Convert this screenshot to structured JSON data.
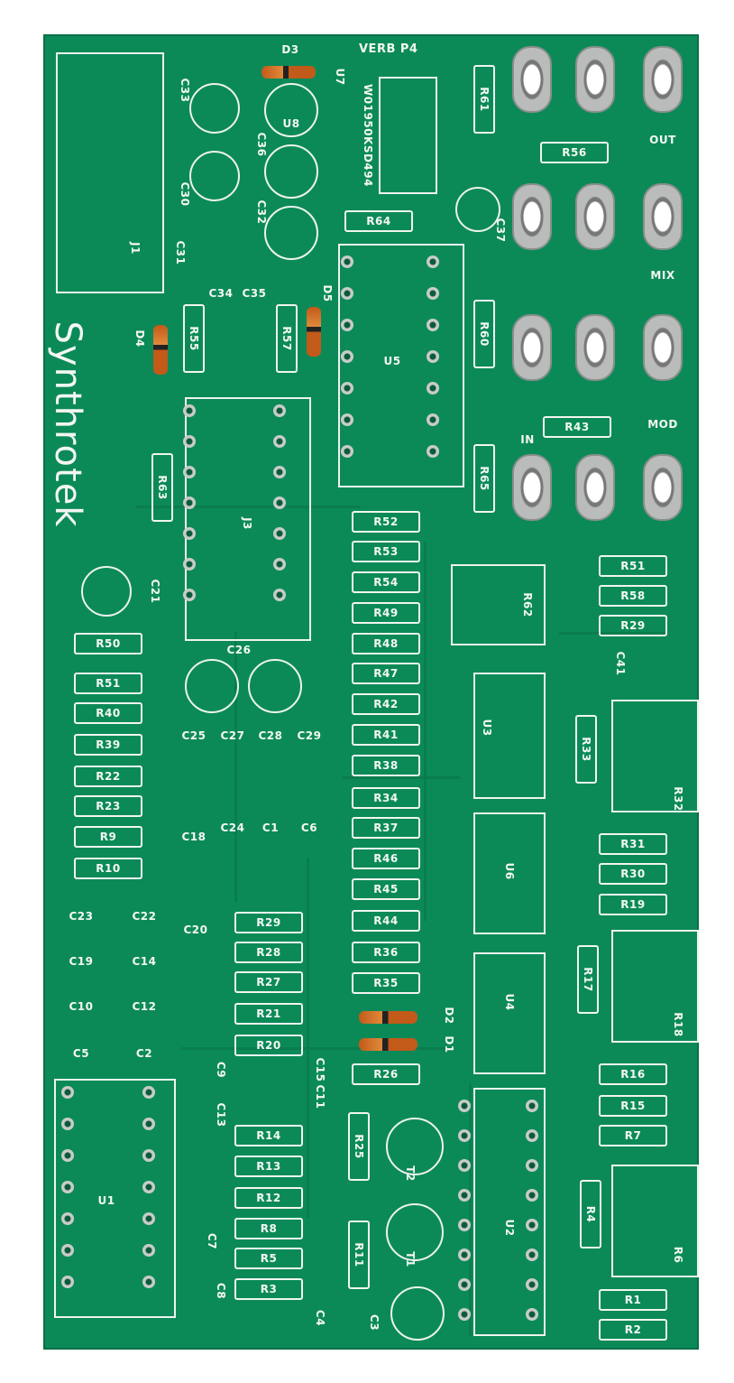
{
  "board": {
    "brand": "Synthrotek",
    "title": "VERB P4",
    "colors": {
      "board": "#0b8a58",
      "silkscreen": "#f4f7f2",
      "pad": "#c8ccc8"
    }
  },
  "labels": [
    "D3",
    "U7",
    "C33",
    "U8",
    "C36",
    "C30",
    "C32",
    "W01950KSD494",
    "R61",
    "R56",
    "OUT",
    "R64",
    "C37",
    "MIX",
    "C31",
    "J1",
    "C34",
    "C35",
    "D5",
    "D4",
    "R55",
    "R57",
    "U5",
    "R60",
    "MOD",
    "IN",
    "R43",
    "R63",
    "J3",
    "R65",
    "R52",
    "R53",
    "R54",
    "R49",
    "R48",
    "R47",
    "R42",
    "R41",
    "R38",
    "R34",
    "R37",
    "R46",
    "R45",
    "R44",
    "R36",
    "R35",
    "R26",
    "R62",
    "R51",
    "R58",
    "R29",
    "C21",
    "R50",
    "C26",
    "C41",
    "R51",
    "R40",
    "R39",
    "R22",
    "R23",
    "R9",
    "R10",
    "C25",
    "C27",
    "C28",
    "C29",
    "U3",
    "R33",
    "R32",
    "C24",
    "C1",
    "C6",
    "C18",
    "U6",
    "R31",
    "R30",
    "R19",
    "C23",
    "C22",
    "C20",
    "R29",
    "R28",
    "R27",
    "R21",
    "R20",
    "C19",
    "C14",
    "R17",
    "U4",
    "C10",
    "C12",
    "D2",
    "D1",
    "R18",
    "C5",
    "C2",
    "C9",
    "C15",
    "C11",
    "R16",
    "R15",
    "R7",
    "C13",
    "R14",
    "R13",
    "R12",
    "R8",
    "R5",
    "R3",
    "R25",
    "T2",
    "T1",
    "U1",
    "U2",
    "R4",
    "R6",
    "C7",
    "C8",
    "C4",
    "C3",
    "R11",
    "R1",
    "R2"
  ]
}
